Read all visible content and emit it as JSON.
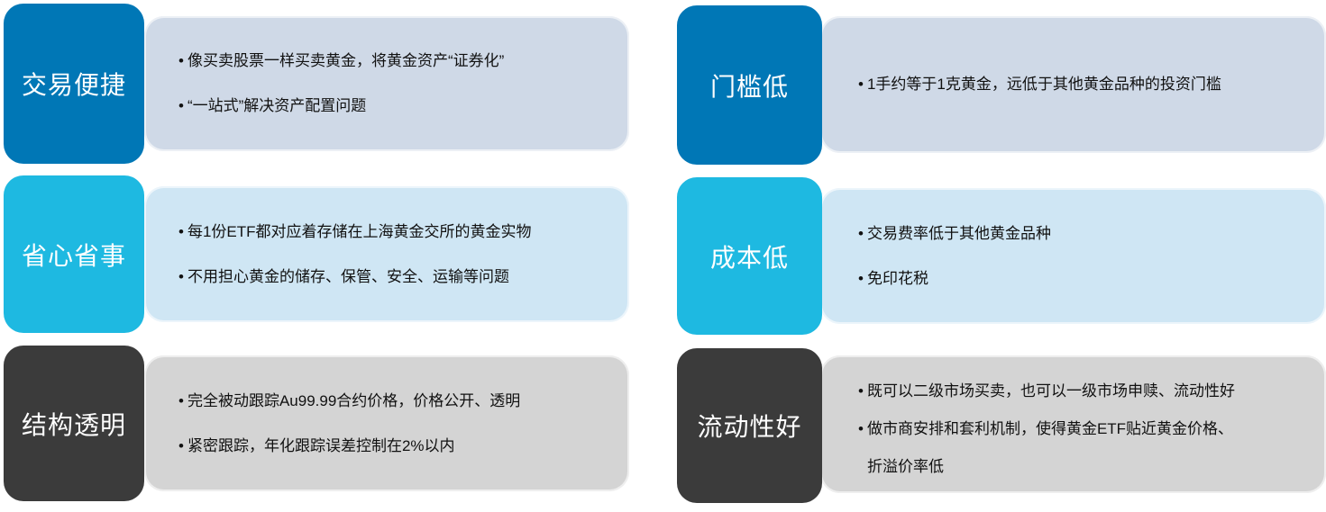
{
  "cards": [
    {
      "title": "交易便捷",
      "bullets": [
        "像买卖股票一样买卖黄金，将黄金资产“证券化”",
        "“一站式”解决资产配置问题"
      ]
    },
    {
      "title": "省心省事",
      "bullets": [
        "每1份ETF都对应着存储在上海黄金交所的黄金实物",
        "不用担心黄金的储存、保管、安全、运输等问题"
      ]
    },
    {
      "title": "结构透明",
      "bullets": [
        "完全被动跟踪Au99.99合约价格，价格公开、透明",
        "紧密跟踪，年化跟踪误差控制在2%以内"
      ]
    },
    {
      "title": "门槛低",
      "bullets": [
        "1手约等于1克黄金，远低于其他黄金品种的投资门槛"
      ]
    },
    {
      "title": "成本低",
      "bullets": [
        "交易费率低于其他黄金品种",
        "免印花税"
      ]
    },
    {
      "title": "流动性好",
      "bullets": [
        "既可以二级市场买卖，也可以一级市场申赎、流动性好",
        "做市商安排和套利机制，使得黄金ETF贴近黄金价格、",
        "折溢价率低"
      ]
    }
  ],
  "colors": {
    "dark_blue": "#0077b6",
    "cyan": "#1eb9e1",
    "dark_gray": "#3b3b3b"
  }
}
